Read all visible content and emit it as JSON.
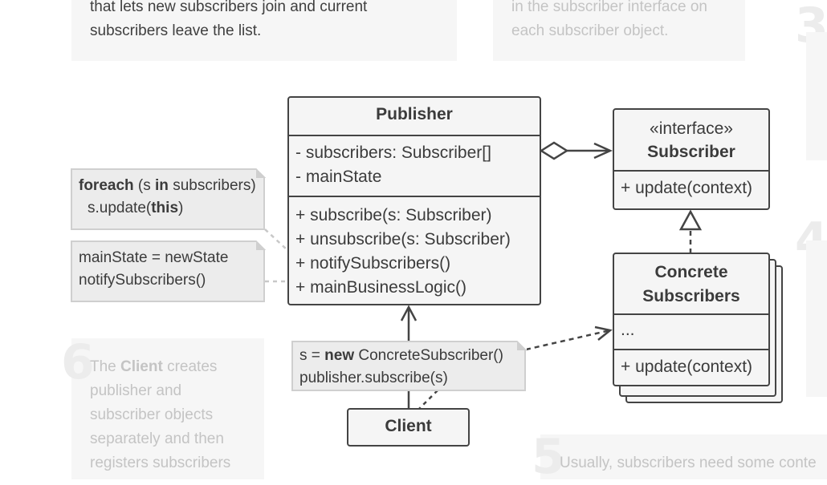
{
  "notes": {
    "note_2_text_lines": [
      "that lets new subscribers join and current",
      "subscribers leave the list."
    ],
    "note_3_text_lines": [
      "in the subscriber interface on",
      "each subscriber object."
    ],
    "note_3_number": "3",
    "note_4_number": "4",
    "note_5_number": "5",
    "note_5_text": "Usually, subscribers need some conte",
    "note_6_number": "6",
    "note_6": {
      "line1_pre": "The ",
      "line1_bold": "Client",
      "line1_post": " creates",
      "lines": [
        "publisher and",
        "subscriber objects",
        "separately and then",
        "registers subscribers"
      ]
    }
  },
  "publisher": {
    "title": "Publisher",
    "fields": [
      "- subscribers: Subscriber[]",
      "- mainState"
    ],
    "methods": [
      "+ subscribe(s: Subscriber)",
      "+ unsubscribe(s: Subscriber)",
      "+ notifySubscribers()",
      "+ mainBusinessLogic()"
    ]
  },
  "subscriber_interface": {
    "stereotype": "«interface»",
    "title": "Subscriber",
    "methods": [
      "+ update(context)"
    ]
  },
  "concrete_subscribers": {
    "title_lines": [
      "Concrete",
      "Subscribers"
    ],
    "fields": [
      "..."
    ],
    "methods": [
      "+ update(context)"
    ]
  },
  "client": {
    "title": "Client"
  },
  "code_notes": {
    "foreach": {
      "kw_foreach": "foreach",
      "open": " (s ",
      "kw_in": "in",
      "rest": " subscribers)",
      "line2_pre": "s.update(",
      "kw_this": "this",
      "line2_post": ")"
    },
    "notify": {
      "lines": [
        "mainState = newState",
        "notifySubscribers()"
      ]
    },
    "client": {
      "line1_pre": "s = ",
      "kw_new": "new",
      "line1_post": " ConcreteSubscriber()",
      "line2": "publisher.subscribe(s)"
    }
  },
  "colors": {
    "stroke": "#444444",
    "box_fill": "#f5f5f5",
    "note_fill": "#ececec",
    "panel_fill": "#f6f6f6",
    "faded_text": "#c4c4c4"
  }
}
